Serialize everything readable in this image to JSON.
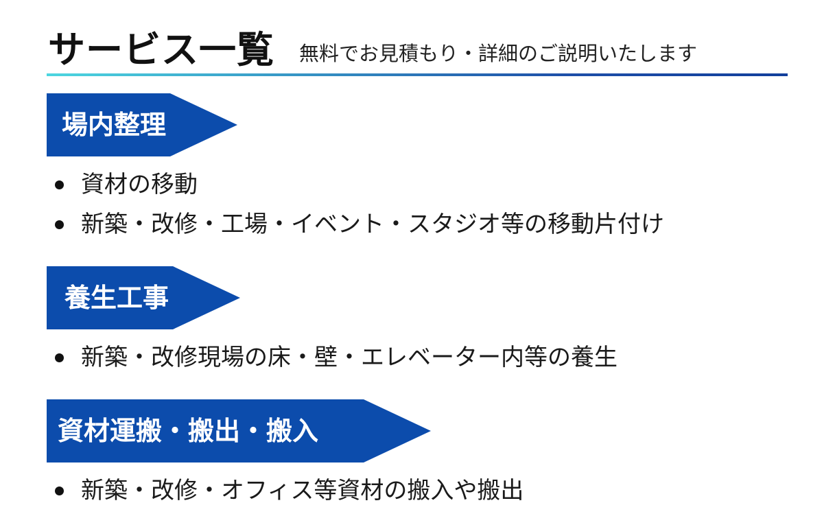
{
  "header": {
    "title": "サービス一覧",
    "subtitle": "無料でお見積もり・詳細のご説明いたします"
  },
  "sections": [
    {
      "label": "場内整理",
      "items": [
        "資材の移動",
        "新築・改修・工場・イベント・スタジオ等の移動片付け"
      ]
    },
    {
      "label": "養生工事",
      "items": [
        "新築・改修現場の床・壁・エレベーター内等の養生"
      ]
    },
    {
      "label": "資材運搬・搬出・搬入",
      "items": [
        "新築・改修・オフィス等資材の搬入や搬出"
      ]
    }
  ],
  "colors": {
    "banner": "#0c4cac",
    "underline_start": "#4dd6e0",
    "underline_end": "#123f9c"
  }
}
